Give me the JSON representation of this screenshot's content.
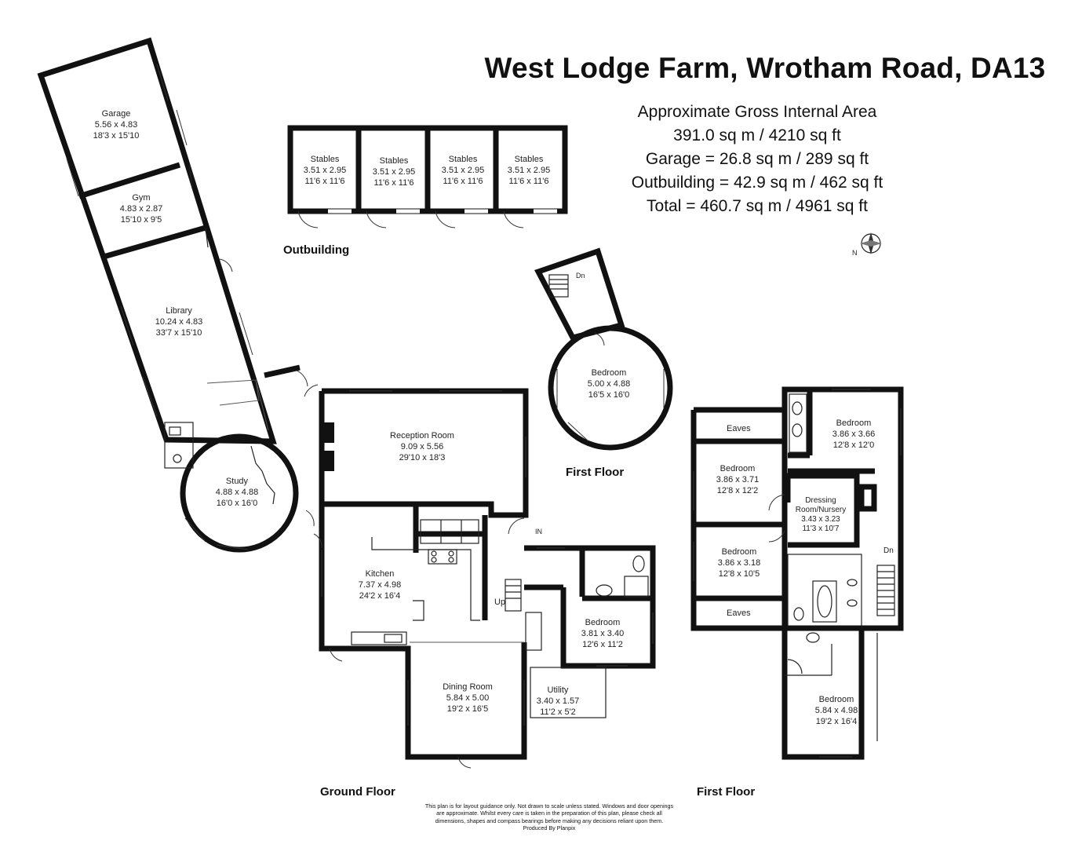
{
  "title": "West Lodge Farm, Wrotham Road, DA13",
  "areas": {
    "heading": "Approximate Gross Internal Area",
    "main": "391.0 sq m / 4210 sq ft",
    "garage": "Garage = 26.8 sq m / 289 sq ft",
    "outbuilding": "Outbuilding = 42.9 sq m / 462 sq ft",
    "total": "Total = 460.7 sq m / 4961 sq ft"
  },
  "compass": {
    "label": "N"
  },
  "floors": {
    "ground": "Ground Floor",
    "first_a": "First Floor",
    "first_b": "First Floor",
    "outbuilding": "Outbuilding"
  },
  "rooms": {
    "garage": {
      "name": "Garage",
      "metric": "5.56 x 4.83",
      "imperial": "18'3 x 15'10"
    },
    "gym": {
      "name": "Gym",
      "metric": "4.83 x 2.87",
      "imperial": "15'10 x 9'5"
    },
    "library": {
      "name": "Library",
      "metric": "10.24 x 4.83",
      "imperial": "33'7 x 15'10"
    },
    "study": {
      "name": "Study",
      "metric": "4.88 x 4.88",
      "imperial": "16'0 x 16'0"
    },
    "stables1": {
      "name": "Stables",
      "metric": "3.51 x 2.95",
      "imperial": "11'6 x 11'6"
    },
    "stables2": {
      "name": "Stables",
      "metric": "3.51 x 2.95",
      "imperial": "11'6 x 11'6"
    },
    "stables3": {
      "name": "Stables",
      "metric": "3.51 x 2.95",
      "imperial": "11'6 x 11'6"
    },
    "stables4": {
      "name": "Stables",
      "metric": "3.51 x 2.95",
      "imperial": "11'6 x 11'6"
    },
    "reception": {
      "name": "Reception Room",
      "metric": "9.09 x 5.56",
      "imperial": "29'10 x 18'3"
    },
    "kitchen": {
      "name": "Kitchen",
      "metric": "7.37 x 4.98",
      "imperial": "24'2 x 16'4"
    },
    "dining": {
      "name": "Dining Room",
      "metric": "5.84 x 5.00",
      "imperial": "19'2 x 16'5"
    },
    "utility": {
      "name": "Utility",
      "metric": "3.40 x 1.57",
      "imperial": "11'2 x 5'2"
    },
    "ground_bedroom": {
      "name": "Bedroom",
      "metric": "3.81 x 3.40",
      "imperial": "12'6 x 11'2"
    },
    "tower_bedroom": {
      "name": "Bedroom",
      "metric": "5.00 x 4.88",
      "imperial": "16'5 x 16'0"
    },
    "ff_bedroom_tr": {
      "name": "Bedroom",
      "metric": "3.86 x 3.66",
      "imperial": "12'8 x 12'0"
    },
    "ff_bedroom_ml": {
      "name": "Bedroom",
      "metric": "3.86 x 3.71",
      "imperial": "12'8 x 12'2"
    },
    "dressing": {
      "name1": "Dressing",
      "name2": "Room/Nursery",
      "metric": "3.43 x 3.23",
      "imperial": "11'3 x 10'7"
    },
    "ff_bedroom_ll": {
      "name": "Bedroom",
      "metric": "3.86 x 3.18",
      "imperial": "12'8 x 10'5"
    },
    "ff_bedroom_b": {
      "name": "Bedroom",
      "metric": "5.84 x 4.98",
      "imperial": "19'2 x 16'4"
    }
  },
  "labels": {
    "eaves_top": "Eaves",
    "eaves_bottom": "Eaves",
    "up": "Up",
    "in": "IN",
    "dn_tower": "Dn",
    "dn_stairs": "Dn"
  },
  "disclaimer": [
    "This plan is for layout guidance only. Not drawn to scale unless stated. Windows and door openings",
    "are approximate. Whilst every care is taken in the preparation of this plan, please check all",
    "dimensions, shapes and compass bearings before making any decisions reliant upon them.",
    "Produced By Planpix"
  ]
}
